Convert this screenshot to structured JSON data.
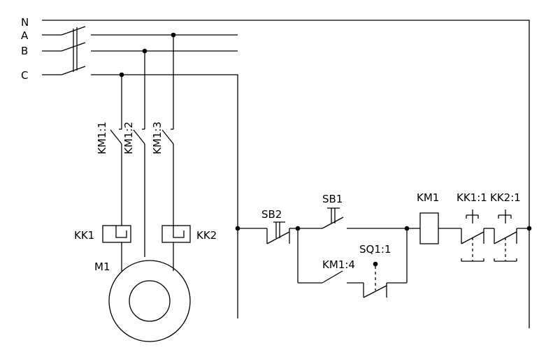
{
  "bus_labels": {
    "n": "N",
    "a": "A",
    "b": "B",
    "c": "C"
  },
  "power_circuit": {
    "contacts": {
      "km1_1": "KM1:1",
      "km1_2": "KM1:2",
      "km1_3": "KM1:3"
    },
    "overloads": {
      "kk1": "KK1",
      "kk2": "KK2"
    },
    "motor": "M1"
  },
  "control_circuit": {
    "stop_button": "SB2",
    "start_button": "SB1",
    "hold_contact": "KM1:4",
    "limit_switch": "SQ1:1",
    "coil": "KM1",
    "overload_contacts": {
      "kk1_1": "KK1:1",
      "kk2_1": "KK2:1"
    }
  }
}
